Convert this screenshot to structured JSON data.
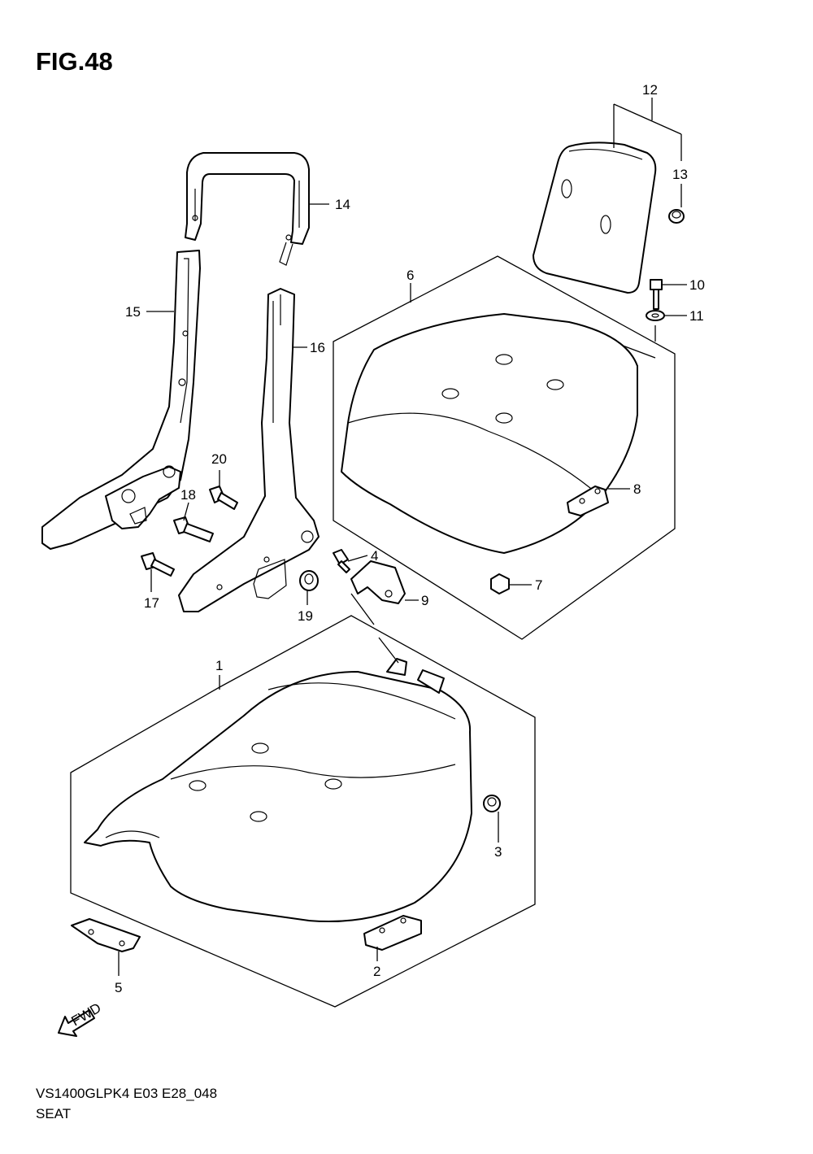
{
  "figure": {
    "title": "FIG.48"
  },
  "footer": {
    "code": "VS1400GLPK4 E03 E28_048",
    "name": "SEAT"
  },
  "arrow": {
    "label": "FWD"
  },
  "callouts": [
    {
      "id": "1",
      "text": "1"
    },
    {
      "id": "2",
      "text": "2"
    },
    {
      "id": "3",
      "text": "3"
    },
    {
      "id": "4",
      "text": "4"
    },
    {
      "id": "5",
      "text": "5"
    },
    {
      "id": "6",
      "text": "6"
    },
    {
      "id": "7",
      "text": "7"
    },
    {
      "id": "8",
      "text": "8"
    },
    {
      "id": "9",
      "text": "9"
    },
    {
      "id": "10",
      "text": "10"
    },
    {
      "id": "11",
      "text": "11"
    },
    {
      "id": "12",
      "text": "12"
    },
    {
      "id": "13",
      "text": "13"
    },
    {
      "id": "14",
      "text": "14"
    },
    {
      "id": "15",
      "text": "15"
    },
    {
      "id": "16",
      "text": "16"
    },
    {
      "id": "17",
      "text": "17"
    },
    {
      "id": "18",
      "text": "18"
    },
    {
      "id": "19",
      "text": "19"
    },
    {
      "id": "20",
      "text": "20"
    }
  ]
}
